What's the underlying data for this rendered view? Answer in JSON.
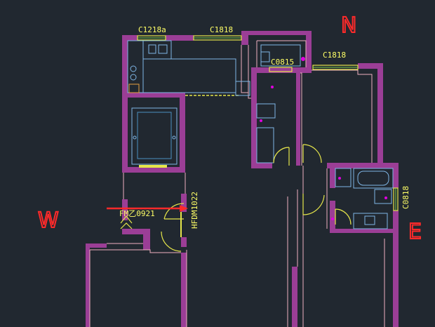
{
  "colors": {
    "background": "#212830",
    "wall": "#9b3e96",
    "outline": "#f0b0c0",
    "window": "#e6e64a",
    "door": "#e6e64a",
    "fixture": "#7fb6e6",
    "marker": "#e000e0",
    "annotation": "#ff2a2a"
  },
  "labels": {
    "window_c1218a": "C1218a",
    "window_c1818_top": "C1818",
    "window_c0815": "C0815",
    "window_c1818_right": "C1818",
    "window_c0818": "C0818",
    "door_fm": "FM乙0921",
    "door_hfdm": "HFDM1022"
  },
  "annotations": {
    "north": "N",
    "west": "W",
    "east": "E"
  }
}
